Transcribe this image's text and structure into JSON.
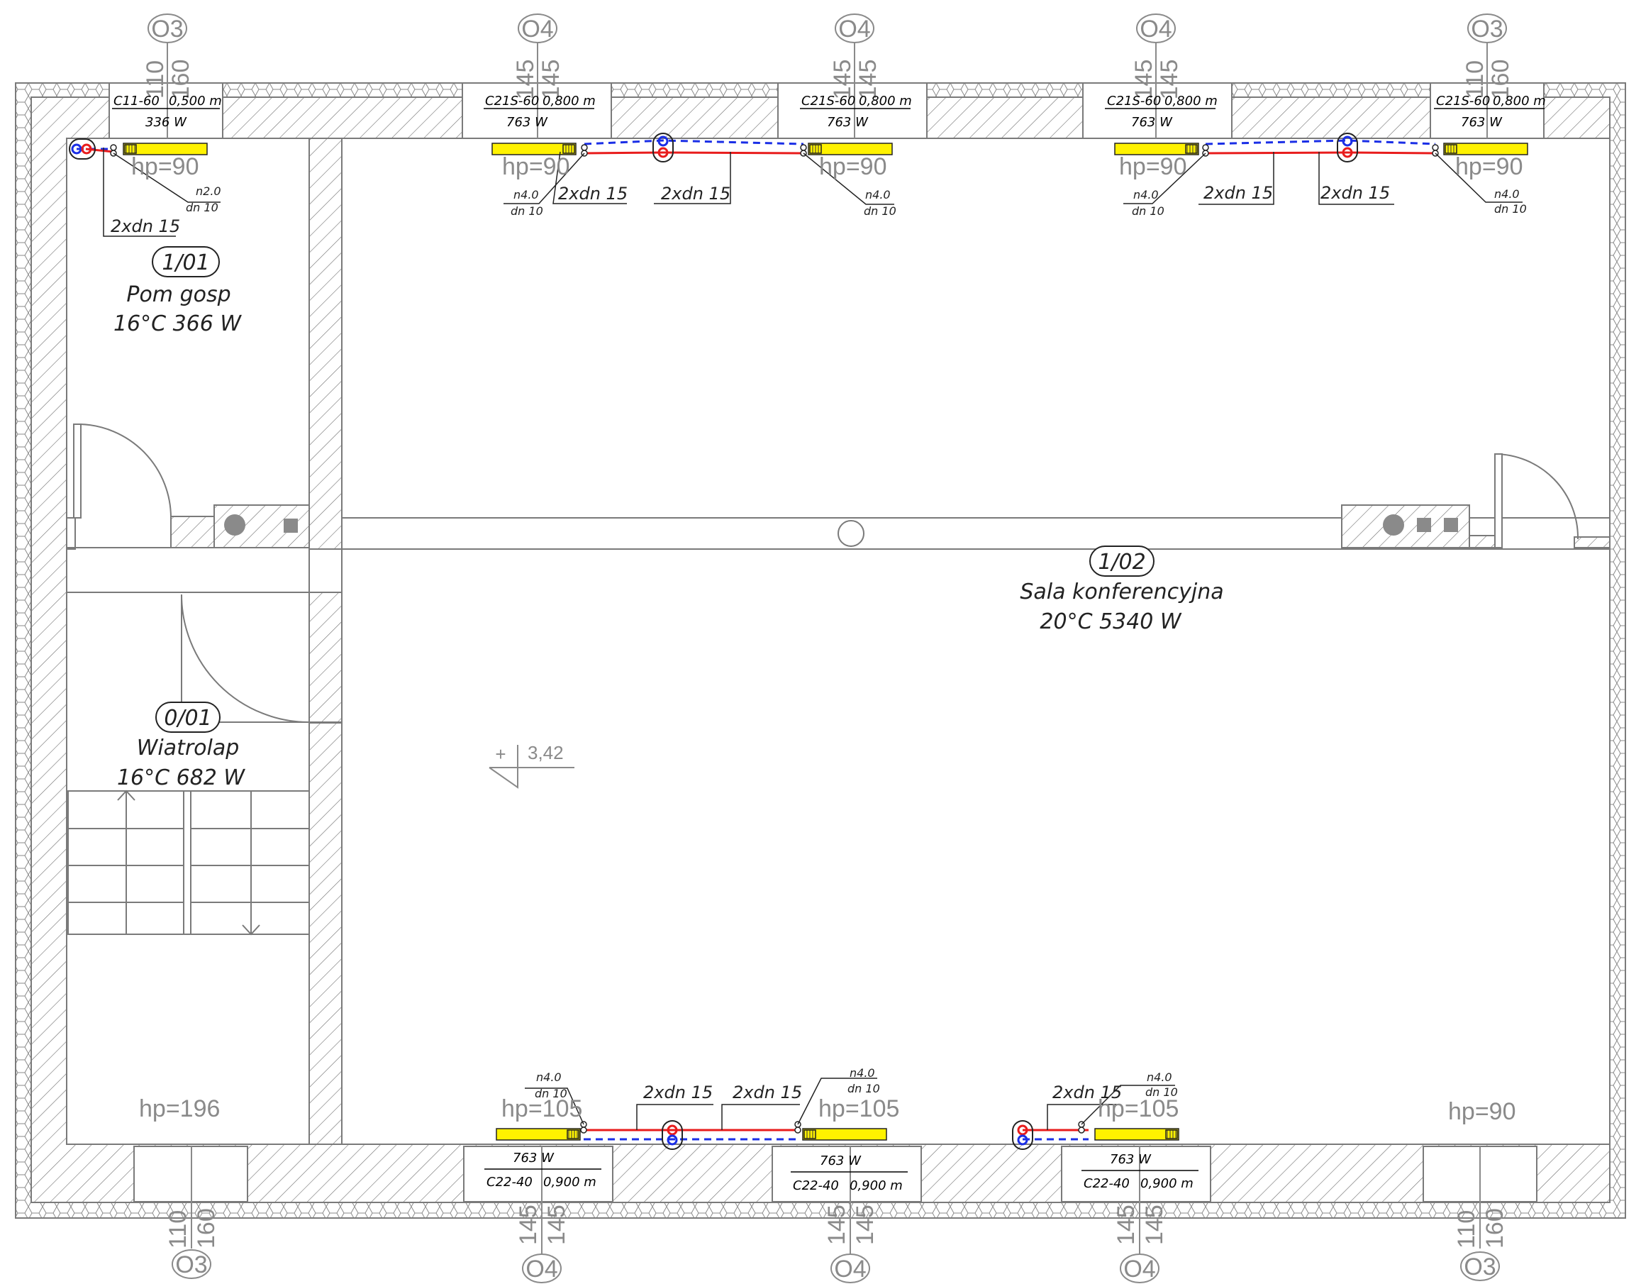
{
  "colors": {
    "supply_pipe": "#e81c1c",
    "return_pipe": "#1a2ee6",
    "radiator_fill": "#fff200",
    "wall_line": "#7a7a7a",
    "label_gray": "#8a8a8a"
  },
  "axes": {
    "top": [
      {
        "label": "O3",
        "dims": [
          "110",
          "160"
        ]
      },
      {
        "label": "O4",
        "dims": [
          "145",
          "145"
        ]
      },
      {
        "label": "O4",
        "dims": [
          "145",
          "145"
        ]
      },
      {
        "label": "O4",
        "dims": [
          "145",
          "145"
        ]
      },
      {
        "label": "O3",
        "dims": [
          "110",
          "160"
        ]
      }
    ],
    "bottom": [
      {
        "label": "O3",
        "dims": [
          "110",
          "160"
        ]
      },
      {
        "label": "O4",
        "dims": [
          "145",
          "145"
        ]
      },
      {
        "label": "O4",
        "dims": [
          "145",
          "145"
        ]
      },
      {
        "label": "O4",
        "dims": [
          "145",
          "145"
        ]
      },
      {
        "label": "O3",
        "dims": [
          "110",
          "160"
        ]
      }
    ]
  },
  "windows_top": [
    {
      "type": "C11-60",
      "length": "0,500 m",
      "power": "336 W"
    },
    {
      "type": "C21S-60",
      "length": "0,800 m",
      "power": "763 W"
    },
    {
      "type": "C21S-60",
      "length": "0,800 m",
      "power": "763 W"
    },
    {
      "type": "C21S-60",
      "length": "0,800 m",
      "power": "763 W"
    },
    {
      "type": "C21S-60",
      "length": "0,800 m",
      "power": "763 W"
    }
  ],
  "windows_bottom": [
    {
      "type": "C22-40",
      "length": "0,900 m",
      "power": "763 W"
    },
    {
      "type": "C22-40",
      "length": "0,900 m",
      "power": "763 W"
    },
    {
      "type": "C22-40",
      "length": "0,900 m",
      "power": "763 W"
    }
  ],
  "valves": {
    "n2": "n2.0",
    "n4": "n4.0",
    "dn": "dn 10"
  },
  "pipe_label": "2xdn 15",
  "heights": {
    "hp90": "hp=90",
    "hp105": "hp=105",
    "hp196": "hp=196"
  },
  "rooms": [
    {
      "number": "1/01",
      "name": "Pom gosp",
      "spec": "16°C 366 W"
    },
    {
      "number": "1/02",
      "name": "Sala konferencyjna",
      "spec": "20°C 5340 W"
    },
    {
      "number": "0/01",
      "name": "Wiatrolap",
      "spec": "16°C 682 W"
    }
  ],
  "level_mark": {
    "sign": "+",
    "value": "3,42"
  }
}
